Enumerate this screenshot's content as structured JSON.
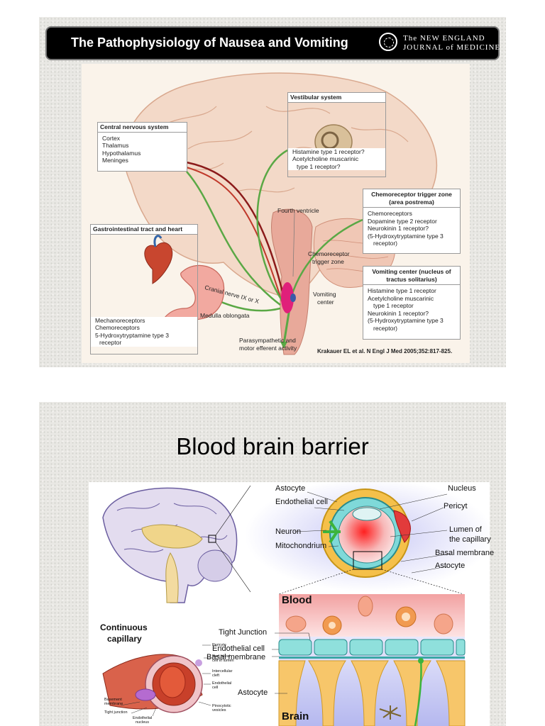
{
  "slide1": {
    "title": "The Pathophysiology of Nausea and Vomiting",
    "journal_line1": "The NEW ENGLAND",
    "journal_line2": "JOURNAL of MEDICINE",
    "boxes": {
      "cns": {
        "title": "Central nervous system",
        "lines": [
          "Cortex",
          "Thalamus",
          "Hypothalamus",
          "Meninges"
        ]
      },
      "vestibular": {
        "title": "Vestibular system",
        "lines": [
          "Histamine type 1 receptor?",
          "Acetylcholine muscarinic",
          "type 1 receptor?"
        ]
      },
      "ctz": {
        "title": "Chemoreceptor trigger zone",
        "title2": "(area postrema)",
        "lines": [
          "Chemoreceptors",
          "Dopamine type 2 receptor",
          "Neurokinin 1 receptor?",
          "(5-Hydroxytryptamine type 3",
          "receptor)"
        ]
      },
      "gi": {
        "title": "Gastrointestinal tract and heart",
        "lines": [
          "Mechanoreceptors",
          "Chemoreceptors",
          "5-Hydroxytryptamine type 3",
          "receptor"
        ]
      },
      "vc": {
        "title": "Vomiting center (nucleus of",
        "title2": "tractus solitarius)",
        "lines": [
          "Histamine type 1 receptor",
          "Acetylcholine muscarinic",
          "type 1 receptor",
          "Neurokinin 1 receptor?",
          "(5-Hydroxytryptamine type 3",
          "receptor)"
        ]
      }
    },
    "labels": {
      "fourth_ventricle": "Fourth ventricle",
      "ctz_label1": "Chemoreceptor",
      "ctz_label2": "trigger zone",
      "vomiting_center1": "Vomiting",
      "vomiting_center2": "center",
      "cranial_nerve": "Cranial nerve IX or X",
      "medulla": "Medulla oblongata",
      "efferent1": "Parasympathetic and",
      "efferent2": "motor efferent activity",
      "citation": "Krakauer EL et al. N Engl J Med 2005;352:817-825."
    }
  },
  "slide2": {
    "title": "Blood brain barrier",
    "labels": {
      "astocyte_top": "Astocyte",
      "endothelial_cell_top": "Endothelial cell",
      "neuron": "Neuron",
      "mitochondrium": "Mitochondrium",
      "nucleus": "Nucleus",
      "pericyt": "Pericyt",
      "lumen1": "Lumen of",
      "lumen2": "the capillary",
      "basal_membrane_top": "Basal membrane",
      "astocyte_right": "Astocyte",
      "blood": "Blood",
      "brain": "Brain",
      "tight_junction": "Tight Junction",
      "endothelial_cell": "Endothelial cell",
      "basal_membrane": "Basal membrane",
      "astocyte_low": "Astocyte",
      "continuous1": "Continuous",
      "continuous2": "capillary"
    },
    "capillary_labels": {
      "pericyte": "Pericyte",
      "rbc1": "Red blood",
      "rbc2": "cell in lumen",
      "cleft1": "Intercellular",
      "cleft2": "cleft",
      "endo1": "Endothelial",
      "endo2": "cell",
      "basement1": "Basement",
      "basement2": "membrane",
      "tight": "Tight junction",
      "nucleus1": "Endothelial",
      "nucleus2": "nucleus",
      "pino1": "Pinocytotic",
      "pino2": "vesicles"
    }
  },
  "colors": {
    "slide_bg": "#e9e8e4",
    "title_bar": "#000000",
    "nerve_green": "#5aa845",
    "nerve_red": "#8b1a1a",
    "vomiting_center": "#e0207a"
  }
}
